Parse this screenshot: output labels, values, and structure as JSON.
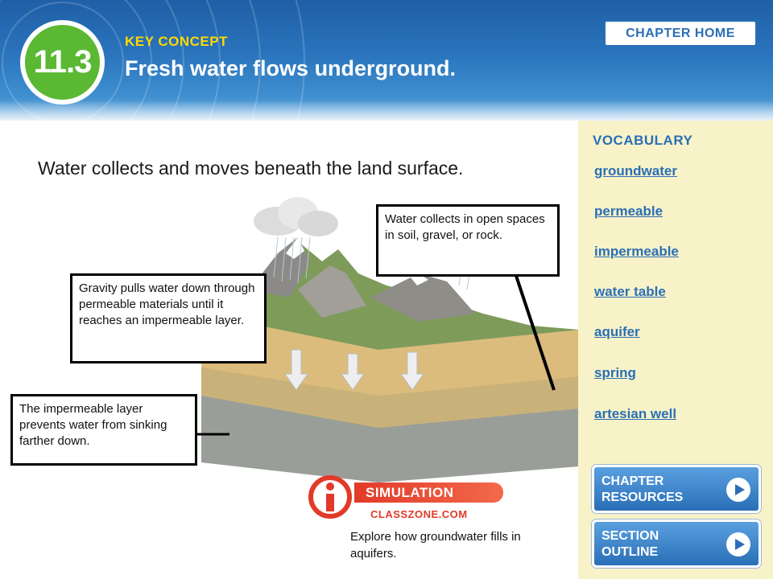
{
  "header": {
    "section_number": "11.3",
    "key_concept_label": "KEY CONCEPT",
    "title": "Fresh water flows underground.",
    "chapter_home": "CHAPTER HOME"
  },
  "main": {
    "subheading": "Water collects and moves beneath the land surface.",
    "callouts": {
      "top_right": "Water collects in open spaces in soil, gravel, or rock.",
      "middle_left": "Gravity pulls water down through permeable materials until it reaches an impermeable layer.",
      "bottom_left": "The impermeable layer prevents water from sinking farther down."
    }
  },
  "simulation": {
    "label": "SIMULATION",
    "url": "CLASSZONE.COM",
    "description": "Explore how groundwater fills in aquifers."
  },
  "vocabulary": {
    "title": "VOCABULARY",
    "terms": [
      "groundwater",
      "permeable",
      "impermeable",
      "water table",
      "aquifer",
      "spring",
      "artesian well"
    ]
  },
  "buttons": {
    "chapter_resources": "CHAPTER RESOURCES",
    "section_outline": "SECTION OUTLINE"
  },
  "colors": {
    "header_blue": "#2a74bd",
    "badge_green": "#5bb833",
    "key_concept_yellow": "#ffd800",
    "link_blue": "#2a6fb6",
    "vocab_panel": "#f7f2c8",
    "simulation_red": "#e23a2a"
  }
}
